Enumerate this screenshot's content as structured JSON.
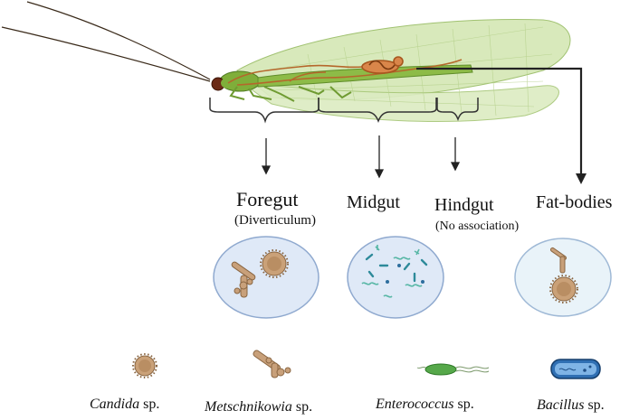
{
  "regions": {
    "foregut": {
      "title": "Foregut",
      "subtitle": "(Diverticulum)"
    },
    "midgut": {
      "title": "Midgut"
    },
    "hindgut": {
      "title": "Hindgut",
      "subtitle": "(No association)"
    },
    "fatbodies": {
      "title": "Fat-bodies"
    }
  },
  "legend": [
    {
      "name": "Candida",
      "suffix": " sp."
    },
    {
      "name": "Metschnikowia",
      "suffix": " sp."
    },
    {
      "name": "Enterococcus",
      "suffix": " sp."
    },
    {
      "name": "Bacillus",
      "suffix": " sp."
    }
  ],
  "colors": {
    "wing": "#cfe3ad",
    "body": "#7fae3a",
    "gut": "#b5672b",
    "eye": "#6b2a16",
    "circle_fill": "#dfe9f7",
    "circle_stroke": "#8fa9cf",
    "fat_circle_fill": "#e9f3f9",
    "candida": "#c9a07a",
    "metschnikowia": "#c8a07a",
    "enterococcus": "#56a84a",
    "bacillus": "#2f6fb3"
  }
}
